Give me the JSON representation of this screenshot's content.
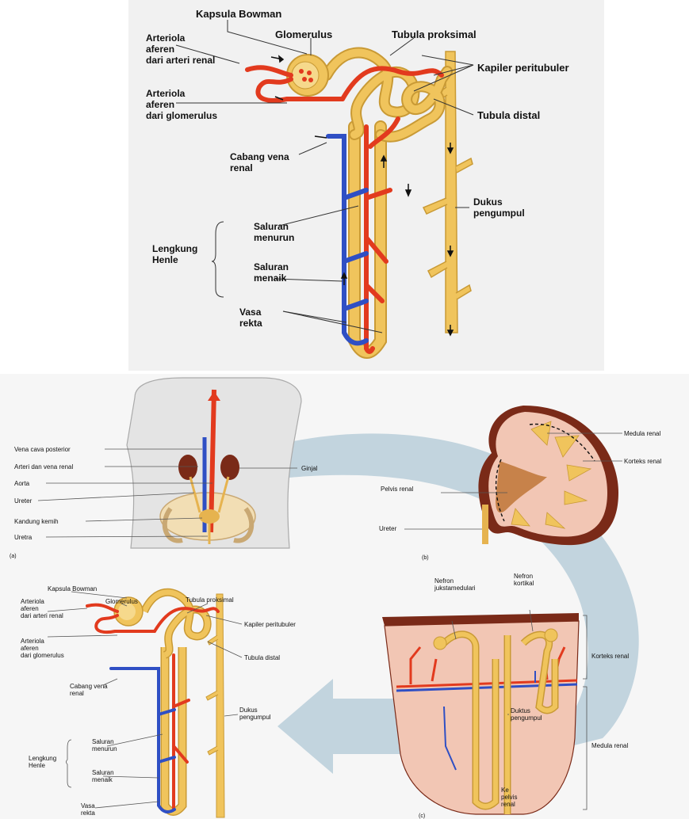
{
  "colors": {
    "artery": "#e23a1e",
    "vein": "#2f4fc4",
    "tubule": "#f0c45c",
    "tubule_edge": "#c99a35",
    "background_top": "#f1f1f1",
    "background_bottom": "#f6f6f6",
    "flow_arrow": "#bcd0dc",
    "kidney_cortex": "#f2c6b4",
    "kidney_capsule": "#7a2a18"
  },
  "top": {
    "labels": {
      "kapsula_bowman": "Kapsula Bowman",
      "glomerulus": "Glomerulus",
      "tubula_proksimal": "Tubula proksimal",
      "arteriola_aferen_renal": [
        "Arteriola",
        "aferen",
        "dari arteri renal"
      ],
      "kapiler_peritubuler": "Kapiler peritubuler",
      "arteriola_aferen_glomerulus": [
        "Arteriola",
        "aferen",
        "dari glomerulus"
      ],
      "tubula_distal": "Tubula distal",
      "cabang_vena_renal": [
        "Cabang vena",
        "renal"
      ],
      "dukus_pengumpul": [
        "Dukus",
        "pengumpul"
      ],
      "saluran_menurun": [
        "Saluran",
        "menurun"
      ],
      "lengkung_henle": [
        "Lengkung",
        "Henle"
      ],
      "saluran_menaik": [
        "Saluran",
        "menaik"
      ],
      "vasa_rekta": [
        "Vasa",
        "rekta"
      ]
    }
  },
  "bottom": {
    "body_labels": {
      "vena_cava": "Vena cava posterior",
      "arteri_vena_renal": "Arteri dan vena renal",
      "aorta": "Aorta",
      "ureter": "Ureter",
      "kandung_kemih": "Kandung kemih",
      "uretra": "Uretra",
      "ginjal": "Ginjal",
      "panel_a": "(a)"
    },
    "kidney_labels": {
      "medula_renal": "Medula renal",
      "korteks_renal": "Korteks renal",
      "pelvis_renal": "Pelvis renal",
      "ureter": "Ureter",
      "panel_b": "(b)"
    },
    "nephron_labels": {
      "kapsula_bowman": "Kapsula Bowman",
      "glomerulus": "Glomerulus",
      "tubula_proksimal": "Tubula proksimal",
      "arteriola_aferen_renal": [
        "Arteriola",
        "aferen",
        "dari arteri renal"
      ],
      "kapiler_peritubuler": "Kapiler peritubuler",
      "arteriola_aferen_glomerulus": [
        "Arteriola",
        "aferen",
        "dari glomerulus"
      ],
      "tubula_distal": "Tubula distal",
      "cabang_vena_renal": [
        "Cabang vena",
        "renal"
      ],
      "dukus_pengumpul": [
        "Dukus",
        "pengumpul"
      ],
      "saluran_menurun": [
        "Saluran",
        "menurun"
      ],
      "lengkung_henle": [
        "Lengkung",
        "Henle"
      ],
      "saluran_menaik": [
        "Saluran",
        "menaik"
      ],
      "vasa_rekta": [
        "Vasa",
        "rekta"
      ]
    },
    "section_labels": {
      "nefron_juksta": [
        "Nefron",
        "jukstamedulari"
      ],
      "nefron_kortikal": [
        "Nefron",
        "kortikal"
      ],
      "korteks_renal": "Korteks renal",
      "dukus_pengumpul": [
        "Duktus",
        "pengumpul"
      ],
      "medula_renal": "Medula renal",
      "ke_pelvis": [
        "Ke",
        "pelvis",
        "renal"
      ],
      "panel_c": "(c)"
    }
  }
}
